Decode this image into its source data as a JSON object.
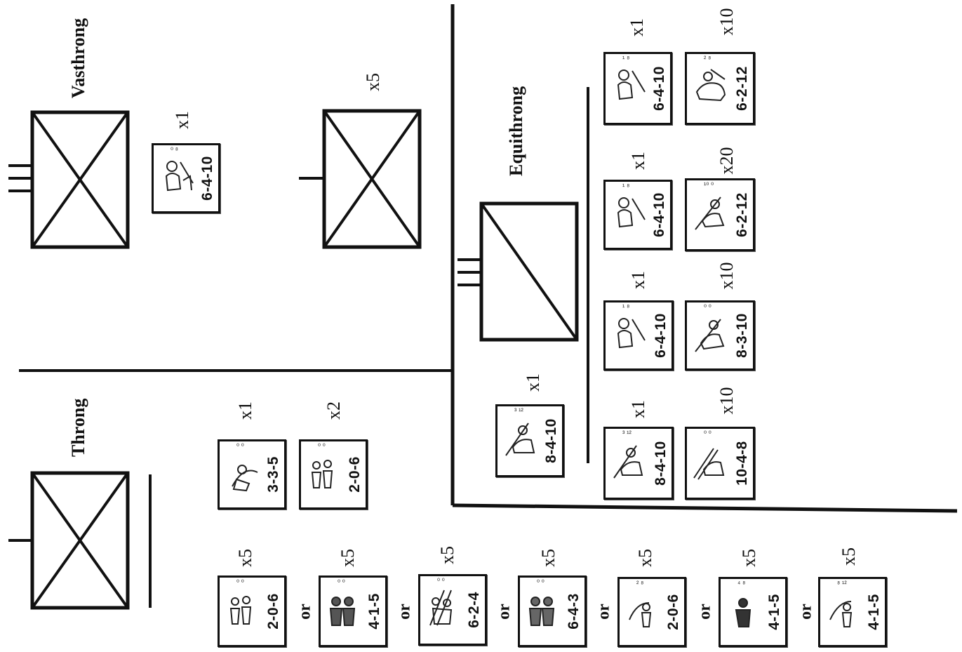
{
  "headings": {
    "vasthrong": "Vasthrong",
    "equithrong": "Equithrong",
    "throng": "Throng"
  },
  "multipliers": {
    "vasthrong_counter": "x1",
    "vasthrong_box": "x5",
    "equi_top_left": "x1",
    "equi_top_right": "x10",
    "equi_row2_left": "x1",
    "equi_row2_right": "x20",
    "equi_row3_left": "x1",
    "equi_row3_right": "x10",
    "equi_row4_left": "x1",
    "equi_row4_right": "x10",
    "equi_hq": "x1",
    "throng_a": "x1",
    "throng_b": "x2",
    "bottom_1": "x5",
    "bottom_2": "x5",
    "bottom_3": "x5",
    "bottom_4": "x5",
    "bottom_5": "x5",
    "bottom_6": "x5",
    "bottom_7": "x5"
  },
  "or_label": "or",
  "counters": {
    "vast_1": "6-4-10",
    "equi_r1_a": "6-4-10",
    "equi_r1_b": "6-2-12",
    "equi_r2_a": "6-4-10",
    "equi_r2_b": "6-2-12",
    "equi_r3_a": "6-4-10",
    "equi_r3_b": "8-3-10",
    "equi_r4_a": "8-4-10",
    "equi_r4_b": "10-4-8",
    "equi_hq": "8-4-10",
    "throng_a": "3-3-5",
    "throng_b": "2-0-6",
    "bottom_1": "2-0-6",
    "bottom_2": "4-1-5",
    "bottom_3": "6-2-4",
    "bottom_4": "6-4-3",
    "bottom_5": "2-0-6",
    "bottom_6": "4-1-5",
    "bottom_7": "4-1-5"
  },
  "colors": {
    "ink": "#111111",
    "paper": "#ffffff"
  }
}
